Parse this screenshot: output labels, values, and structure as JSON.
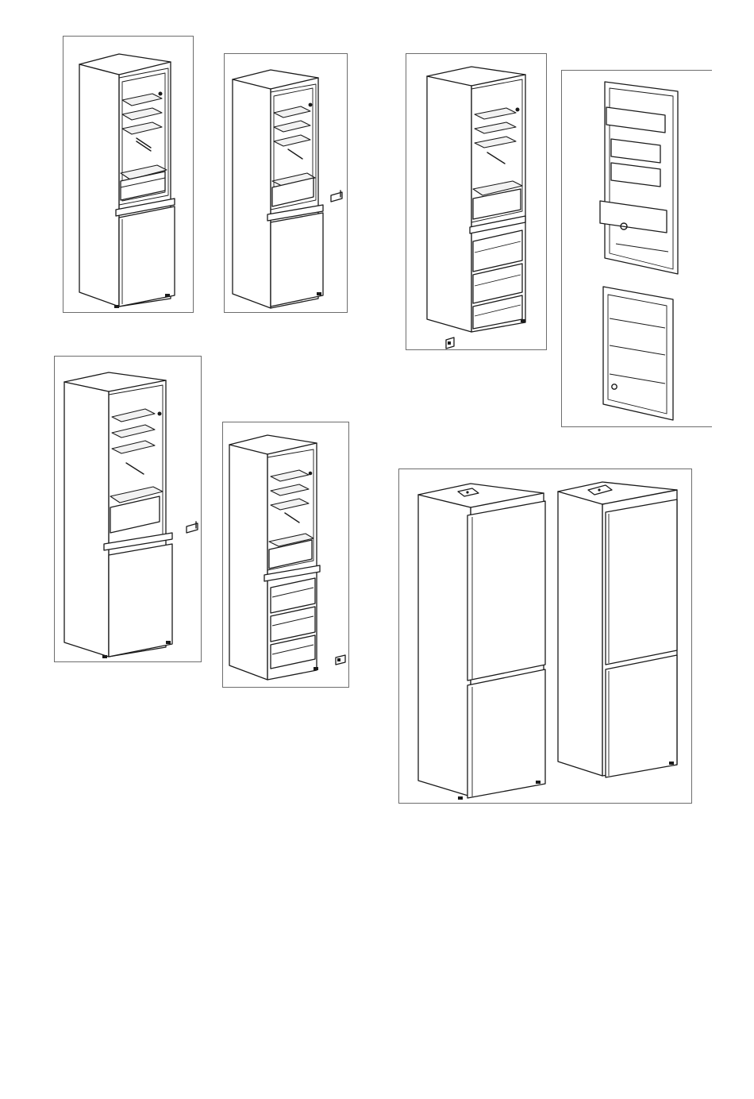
{
  "page": {
    "background": "#ffffff",
    "line_color": "#1a1a1a",
    "frame_color": "#6d6d6d"
  },
  "figures": [
    {
      "id": "fridge-open-doors-removed-1",
      "kind": "open-cabinet",
      "freezer": "door"
    },
    {
      "id": "fridge-open-door-hinge-2",
      "kind": "open-cabinet",
      "freezer": "door",
      "hinge": "middle"
    },
    {
      "id": "fridge-open-drawers-hinge-3",
      "kind": "open-cabinet",
      "freezer": "drawers",
      "hinge": "bottom"
    },
    {
      "id": "fridge-open-door-hinge-4",
      "kind": "open-cabinet",
      "freezer": "door",
      "hinge": "middle"
    },
    {
      "id": "fridge-open-drawers-hinge-5",
      "kind": "open-cabinet",
      "freezer": "drawers",
      "hinge": "bottom"
    },
    {
      "id": "removed-doors-6",
      "kind": "doors"
    },
    {
      "id": "closed-fridges-7",
      "kind": "closed-pair"
    }
  ]
}
